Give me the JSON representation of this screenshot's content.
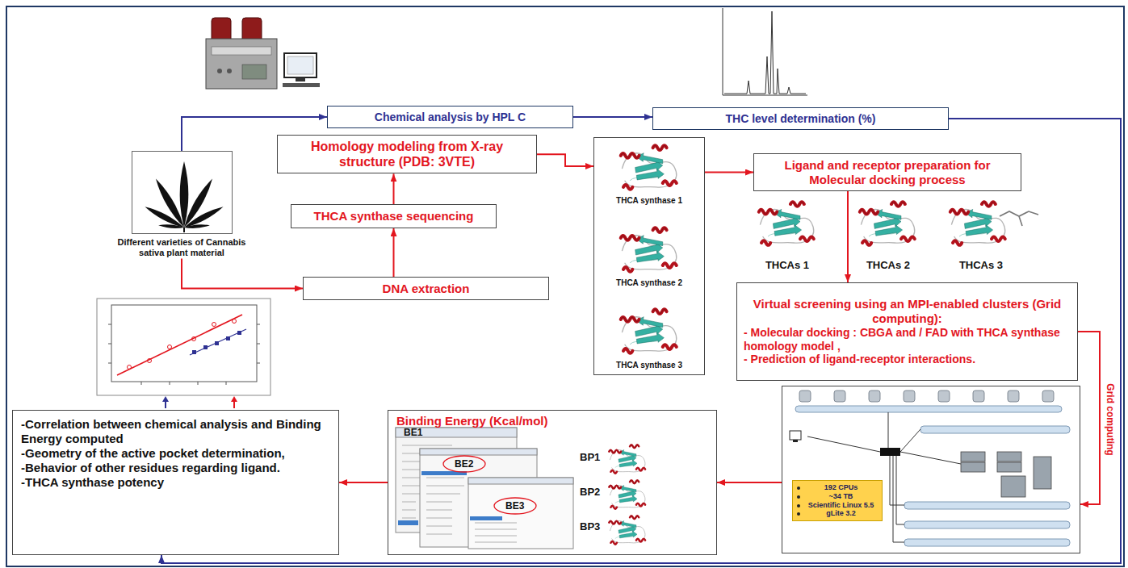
{
  "diagram": {
    "nodes": [
      {
        "text": [
          "Chemical analysis by HPL C"
        ]
      },
      {
        "text": [
          "THC level determination (%)"
        ]
      },
      {
        "text": [
          "Homology modeling from X-ray structure (PDB: 3VTE)"
        ]
      },
      {
        "text": [
          "THCA synthase 1",
          "THCA synthase 2",
          "THCA synthase 3"
        ]
      },
      {
        "text": [
          "Ligand and receptor preparation for Molecular docking process"
        ]
      },
      {
        "text": [
          "Different varieties of Cannabis sativa plant material"
        ]
      },
      {
        "text": [
          "THCA synthase sequencing"
        ]
      },
      {
        "text": [
          "DNA extraction"
        ]
      },
      {
        "text": [
          "Virtual screening using an MPI-enabled clusters (Grid computing):",
          "- Molecular docking : CBGA and / FAD with THCA synthase homology model ,",
          "- Prediction of ligand-receptor interactions."
        ]
      },
      {
        "text": [
          "192 CPUs",
          "~34 TB",
          "Scientific Linux 5.5",
          "gLite 3.2"
        ]
      },
      {
        "text": [
          "Binding Energy (Kcal/mol)"
        ]
      },
      {
        "text": [
          "-Correlation between chemical analysis and Binding Energy computed",
          "-Geometry of the active pocket determination,",
          "-Behavior of other residues regarding ligand.",
          "-THCA synthase potency"
        ]
      }
    ],
    "edges": [
      {
        "from": 5,
        "to": 0,
        "arrow": "to"
      },
      {
        "from": 0,
        "to": 1,
        "arrow": "to"
      },
      {
        "from": 1,
        "to": 11,
        "arrow": "to"
      },
      {
        "from": 5,
        "to": 7,
        "arrow": "to"
      },
      {
        "from": 7,
        "to": 6,
        "arrow": "to"
      },
      {
        "from": 6,
        "to": 2,
        "arrow": "to"
      },
      {
        "from": 2,
        "to": 3,
        "arrow": "to"
      },
      {
        "from": 3,
        "to": 4,
        "arrow": "to"
      },
      {
        "from": 4,
        "to": 8,
        "arrow": "to"
      },
      {
        "from": 8,
        "to": 9,
        "label": "Grid computing",
        "arrow": "to"
      },
      {
        "from": 9,
        "to": 10,
        "arrow": "to"
      },
      {
        "from": 10,
        "to": 11,
        "arrow": "to"
      }
    ],
    "labels": [
      "THCAs 1",
      "THCAs 2",
      "THCAs 3",
      "BE1",
      "BE2",
      "BE3",
      "BP1",
      "BP2",
      "BP3"
    ]
  }
}
